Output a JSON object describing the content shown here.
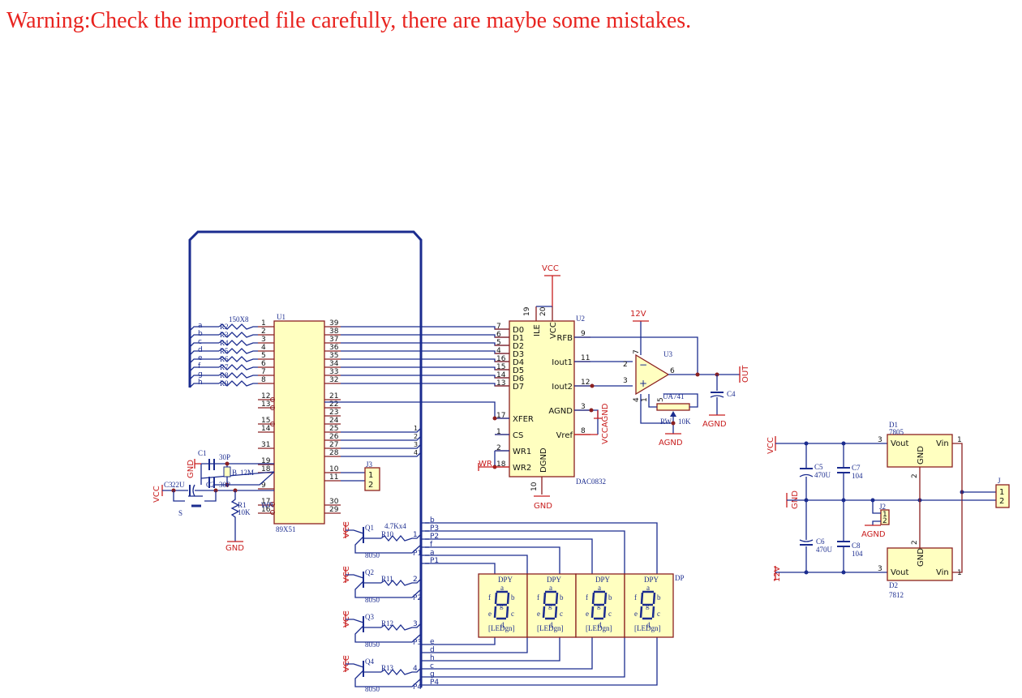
{
  "warning": "Warning:Check the imported file carefully, there are maybe some mistakes.",
  "mcu": {
    "ref": "U1",
    "value": "89X51",
    "left_pins": [
      "1",
      "2",
      "3",
      "4",
      "5",
      "6",
      "7",
      "8",
      "12",
      "13",
      "15",
      "14",
      "31",
      "19",
      "18",
      "9",
      "17",
      "16"
    ],
    "right_pins": [
      "39",
      "38",
      "37",
      "36",
      "35",
      "34",
      "33",
      "32",
      "21",
      "22",
      "23",
      "24",
      "25",
      "26",
      "27",
      "28",
      "10",
      "11",
      "30",
      "29"
    ]
  },
  "resistor_pack": {
    "value": "150X8",
    "refs": [
      "R2",
      "R3",
      "R4",
      "R5",
      "R6",
      "R7",
      "R8",
      "R9"
    ],
    "nets": [
      "a",
      "b",
      "c",
      "d",
      "e",
      "f",
      "g",
      "h"
    ]
  },
  "dac": {
    "ref": "U2",
    "value": "DAC0832",
    "left_pins": [
      {
        "num": "7",
        "name": "D0"
      },
      {
        "num": "6",
        "name": "D1"
      },
      {
        "num": "5",
        "name": "D2"
      },
      {
        "num": "4",
        "name": "D3"
      },
      {
        "num": "16",
        "name": "D4"
      },
      {
        "num": "15",
        "name": "D5"
      },
      {
        "num": "14",
        "name": "D6"
      },
      {
        "num": "13",
        "name": "D7"
      },
      {
        "num": "17",
        "name": "XFER"
      },
      {
        "num": "1",
        "name": "CS"
      },
      {
        "num": "2",
        "name": "WR1"
      },
      {
        "num": "18",
        "name": "WR2"
      }
    ],
    "right_pins": [
      {
        "num": "9",
        "name": "RFB"
      },
      {
        "num": "11",
        "name": "Iout1"
      },
      {
        "num": "12",
        "name": "Iout2"
      },
      {
        "num": "3",
        "name": "AGND"
      },
      {
        "num": "8",
        "name": "Vref"
      }
    ],
    "top_pins": [
      {
        "num": "19",
        "name": "ILE"
      },
      {
        "num": "20",
        "name": "VCC"
      }
    ],
    "bottom_pin": {
      "num": "10",
      "name": "DGND"
    }
  },
  "opamp": {
    "ref": "U3",
    "value": "UA741",
    "pins": [
      "2",
      "3",
      "6",
      "7",
      "4",
      "1",
      "5"
    ]
  },
  "pot": {
    "ref": "RW",
    "value": "10K"
  },
  "c4": {
    "ref": "C4"
  },
  "nets": {
    "vcc": "VCC",
    "gnd": "GND",
    "agnd": "AGND",
    "v12": "12V",
    "out": "OUT",
    "wr": "WR",
    "vccagnd": "VCCAGND"
  },
  "crystal": {
    "c1": "C1",
    "c1v": "30P",
    "c2": "C2",
    "c2v": "30P",
    "b": "B",
    "bv": "12M"
  },
  "reset": {
    "c3": "C3",
    "c3v": "22U",
    "r1": "R1",
    "r1v": "10K",
    "s": "S"
  },
  "j3": {
    "ref": "J3",
    "pins": [
      "1",
      "2"
    ]
  },
  "transistors": [
    {
      "ref": "Q1",
      "model": "8050",
      "r": "R10",
      "p": "P1",
      "pin": "1"
    },
    {
      "ref": "Q2",
      "model": "8050",
      "r": "R11",
      "p": "P2",
      "pin": "2"
    },
    {
      "ref": "Q3",
      "model": "8050",
      "r": "R12",
      "p": "P3",
      "pin": "3"
    },
    {
      "ref": "Q4",
      "model": "8050",
      "r": "R13",
      "p": "P4",
      "pin": "4"
    }
  ],
  "rpack2": "4.7Kx4",
  "bus_nets_top": [
    "b",
    "P3",
    "P2",
    "f",
    "a",
    "P1"
  ],
  "bus_nets_bot": [
    "e",
    "d",
    "h",
    "c",
    "g",
    "P4"
  ],
  "display": {
    "ref": "DP",
    "name": "DPY",
    "type": "[LEDgn]",
    "segs": [
      "a",
      "b",
      "c",
      "d",
      "e",
      "f",
      "g"
    ]
  },
  "power": {
    "d1": "D1",
    "d1v": "7805",
    "d2": "D2",
    "d2v": "7812",
    "reg_labels": {
      "vout": "Vout",
      "vin": "Vin",
      "gnd": "GND"
    },
    "c5": "C5",
    "c5v": "470U",
    "c6": "C6",
    "c6v": "470U",
    "c7": "C7",
    "c7v": "104",
    "c8": "C8",
    "c8v": "104",
    "j1": "J",
    "j2": "J2"
  }
}
